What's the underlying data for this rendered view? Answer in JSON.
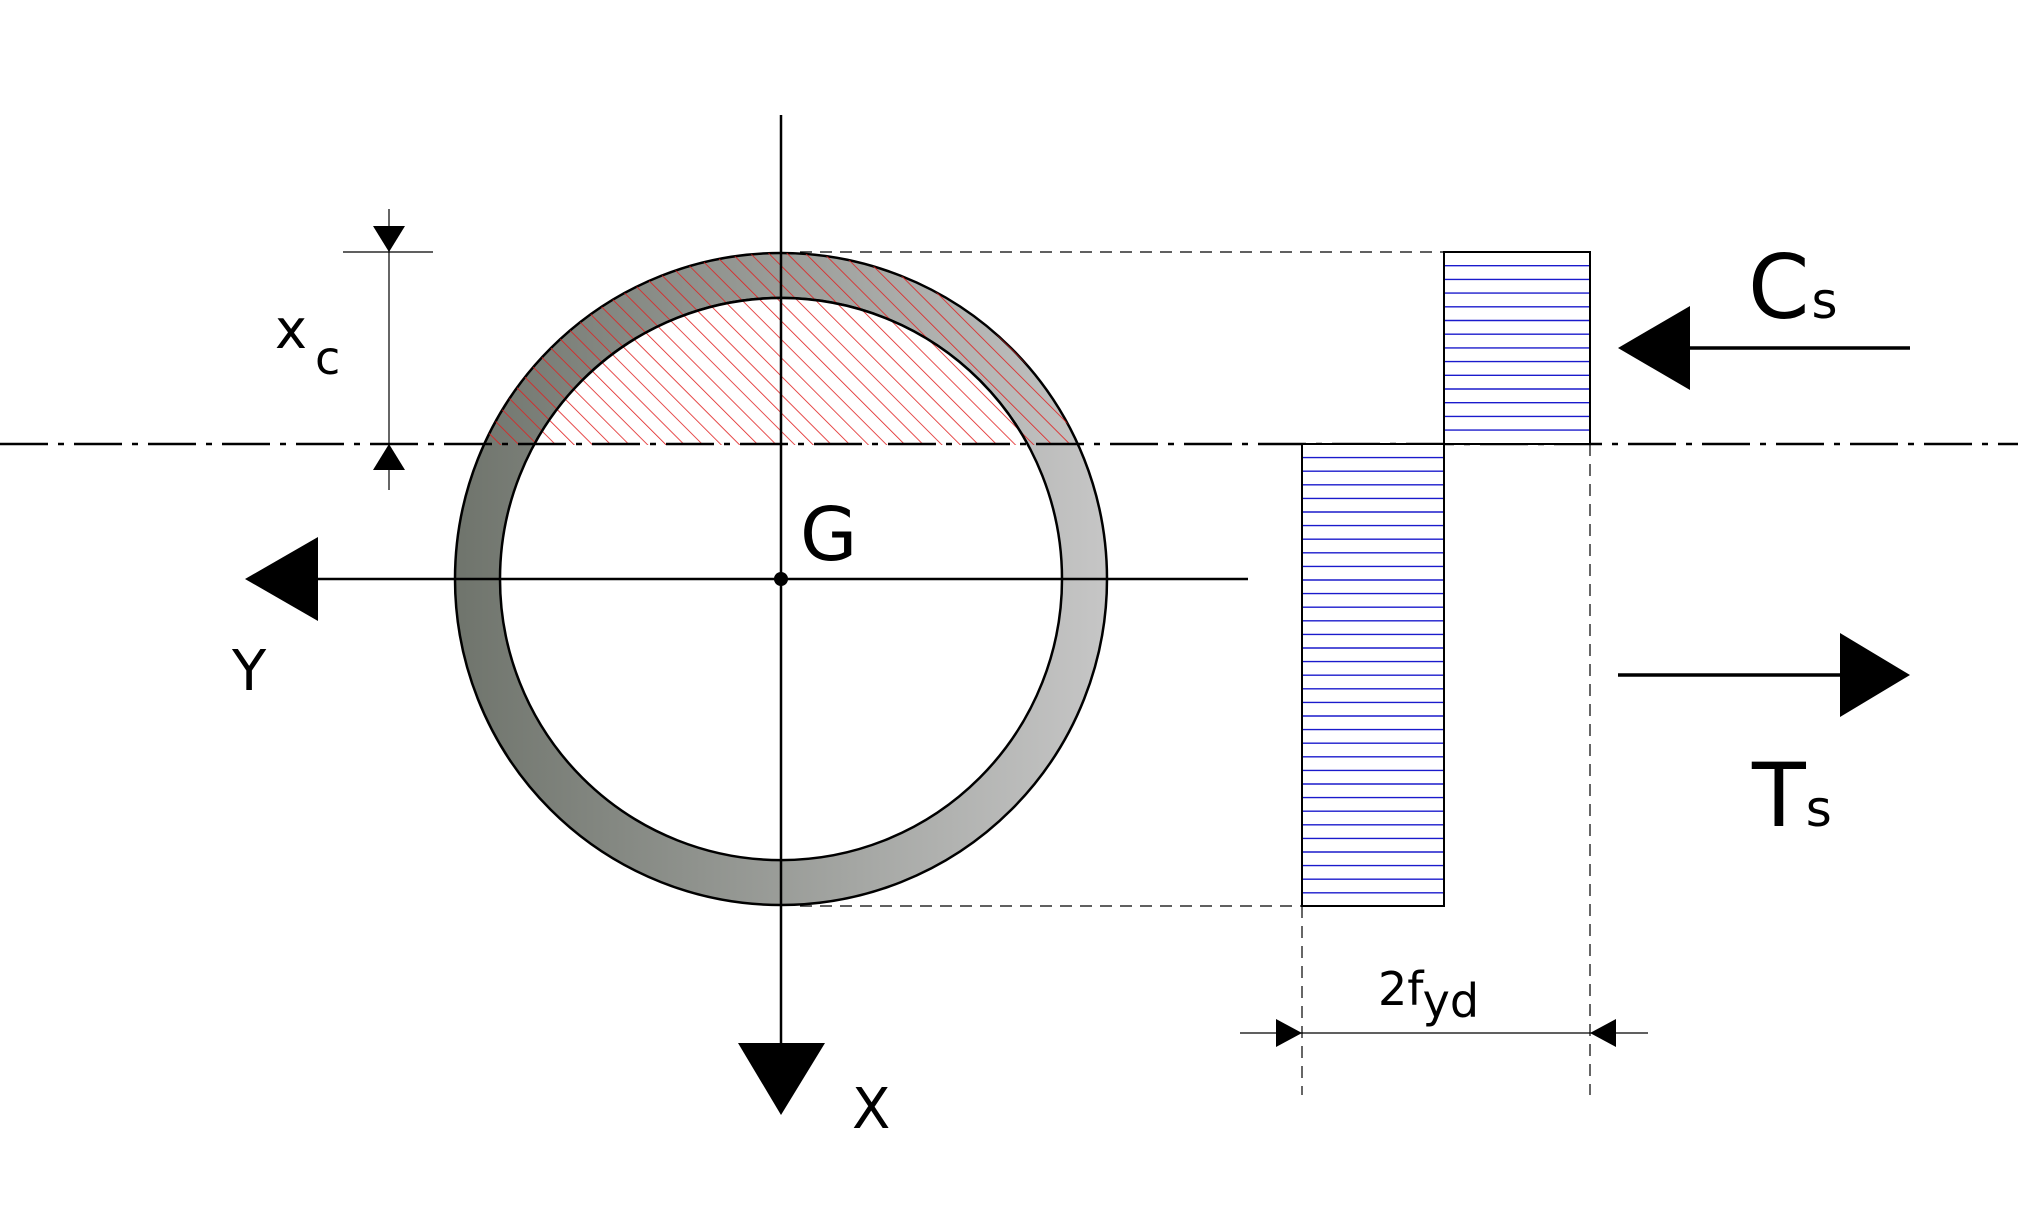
{
  "labels": {
    "xc_main": "x",
    "xc_sub": "c",
    "centroid": "G",
    "axis_y": "Y",
    "axis_x": "X",
    "cs_main": "C",
    "cs_sub": "s",
    "ts_main": "T",
    "ts_sub": "s",
    "width_main": "2f",
    "width_sub": "yd"
  },
  "colors": {
    "line": "#000000",
    "compression_hatch": "#e02020",
    "stress_hatch": "#1a1acc",
    "tube_dark": "#6f746c",
    "tube_light": "#c4c4c4"
  }
}
